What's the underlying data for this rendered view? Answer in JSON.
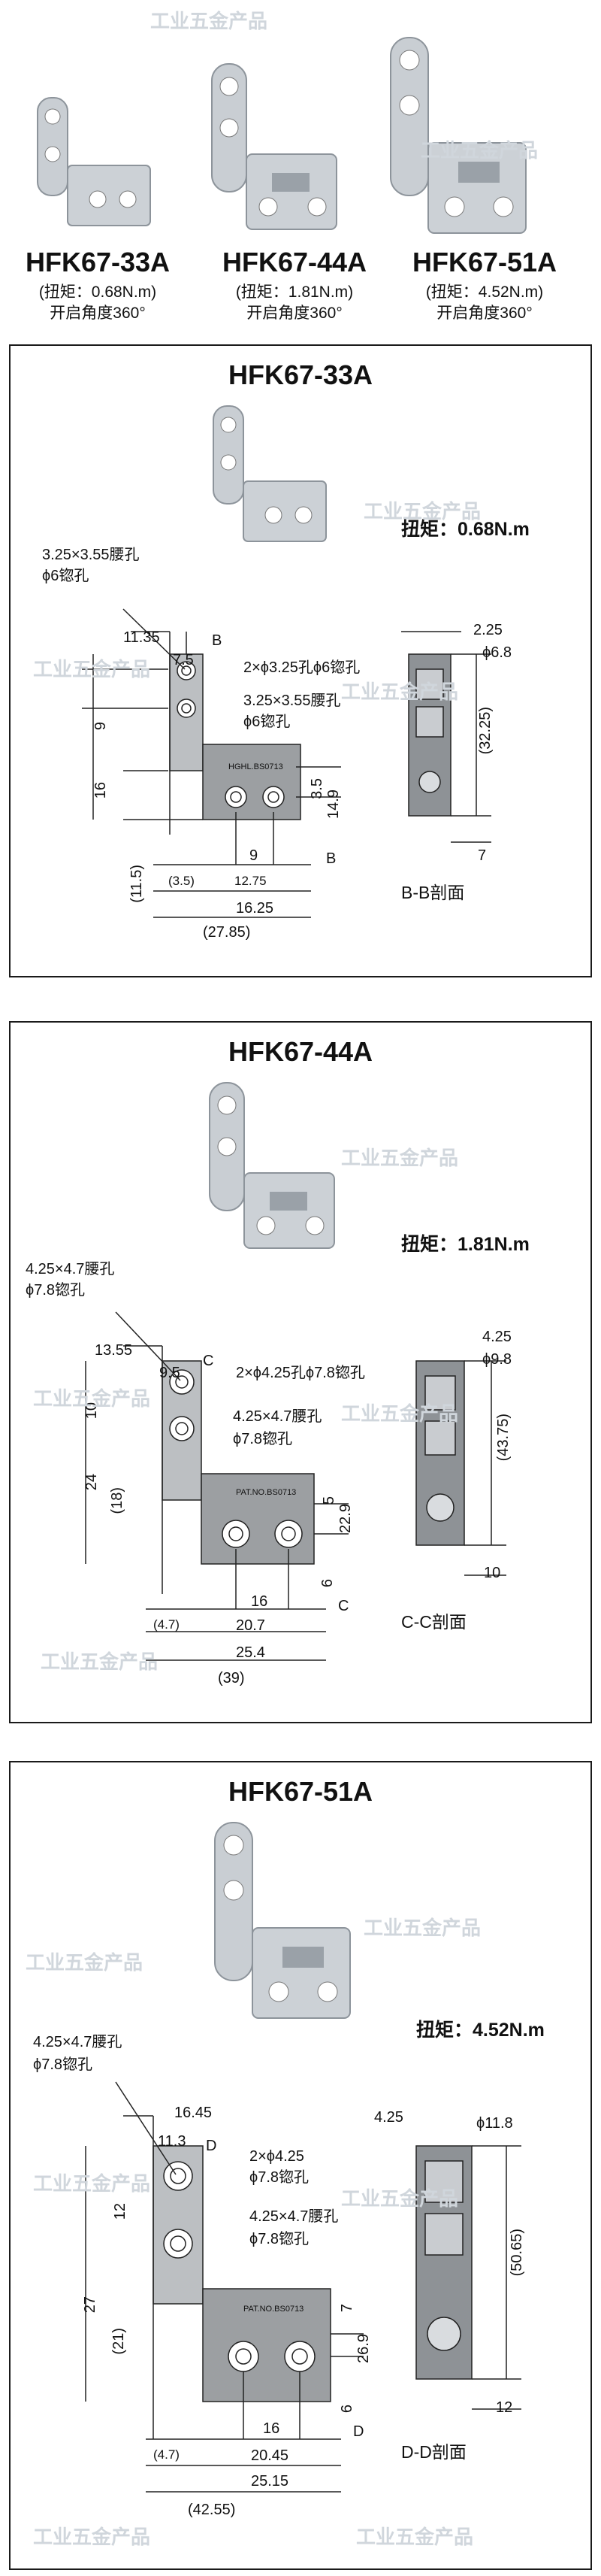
{
  "watermark": "工业五金产品",
  "products": [
    {
      "name": "HFK67-33A",
      "torque": "(扭矩：0.68N.m)",
      "angle": "开启角度360°"
    },
    {
      "name": "HFK67-44A",
      "torque": "(扭矩：1.81N.m)",
      "angle": "开启角度360°"
    },
    {
      "name": "HFK67-51A",
      "torque": "(扭矩：4.52N.m)",
      "angle": "开启角度360°"
    }
  ],
  "panels": [
    {
      "title": "HFK67-33A",
      "torque": "扭矩：0.68N.m",
      "note_slot": "3.25×3.55腰孔",
      "note_csk": "ϕ6锪孔",
      "note_holes": "2×ϕ3.25孔ϕ6锪孔",
      "note_slot2": "3.25×3.55腰孔",
      "note_csk2": "ϕ6锪孔",
      "dims": {
        "d1": "11.35",
        "d2": "7.5",
        "d3": "B",
        "d4": "9",
        "d5": "16",
        "d6": "(11.5)",
        "d7": "3.5",
        "d8": "14.9",
        "d9": "9",
        "d10": "B",
        "d11": "(3.5)",
        "d12": "12.75",
        "d13": "16.25",
        "d14": "(27.85)",
        "d15": "2.25",
        "d16": "ϕ6.8",
        "d17": "(32.25)",
        "d18": "7"
      },
      "section": "B-B剖面",
      "plate_text": "HGHL.BS0713"
    },
    {
      "title": "HFK67-44A",
      "torque": "扭矩：1.81N.m",
      "note_slot": "4.25×4.7腰孔",
      "note_csk": "ϕ7.8锪孔",
      "note_holes": "2×ϕ4.25孔ϕ7.8锪孔",
      "note_slot2": "4.25×4.7腰孔",
      "note_csk2": "ϕ7.8锪孔",
      "dims": {
        "d1": "13.55",
        "d2": "9.5",
        "d3": "C",
        "d4": "10",
        "d5": "24",
        "d6": "(18)",
        "d7": "5",
        "d8": "22.9",
        "d9": "16",
        "d10": "C",
        "d11": "(4.7)",
        "d12": "20.7",
        "d13": "25.4",
        "d14": "(39)",
        "d15": "4.25",
        "d16": "ϕ9.8",
        "d17": "(43.75)",
        "d18": "10",
        "d19": "6"
      },
      "section": "C-C剖面",
      "plate_text": "PAT.NO.BS0713"
    },
    {
      "title": "HFK67-51A",
      "torque": "扭矩：4.52N.m",
      "note_slot": "4.25×4.7腰孔",
      "note_csk": "ϕ7.8锪孔",
      "note_holes": "2×ϕ4.25",
      "note_holes2": "ϕ7.8锪孔",
      "note_slot2": "4.25×4.7腰孔",
      "note_csk2": "ϕ7.8锪孔",
      "dims": {
        "d1": "16.45",
        "d2": "11.3",
        "d3": "D",
        "d4": "12",
        "d5": "27",
        "d6": "(21)",
        "d7": "7",
        "d8": "26.9",
        "d9": "16",
        "d10": "D",
        "d11": "(4.7)",
        "d12": "20.45",
        "d13": "25.15",
        "d14": "(42.55)",
        "d15": "4.25",
        "d16": "ϕ11.8",
        "d17": "(50.65)",
        "d18": "12",
        "d19": "6"
      },
      "section": "D-D剖面",
      "plate_text": "PAT.NO.BS0713"
    }
  ]
}
